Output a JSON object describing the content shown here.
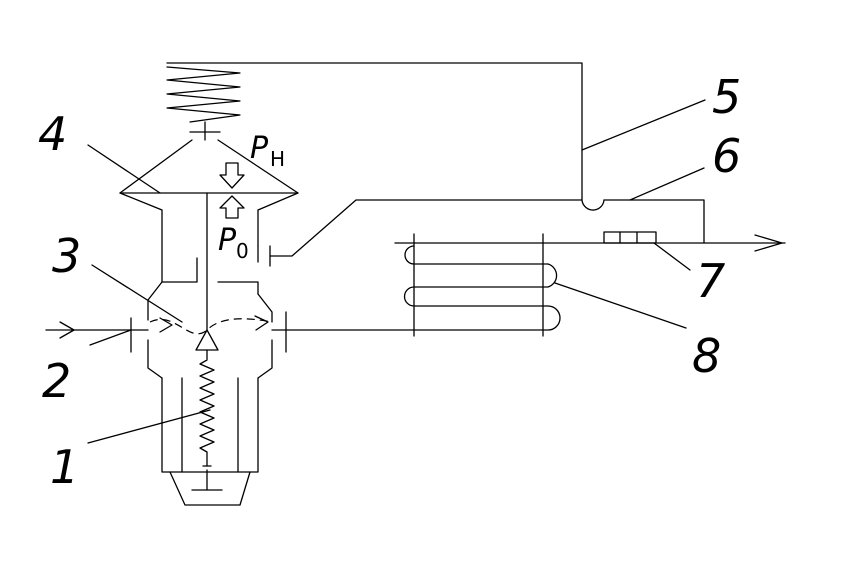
{
  "labels": {
    "l1": "1",
    "l2": "2",
    "l3": "3",
    "l4": "4",
    "l5": "5",
    "l6": "6",
    "l7": "7",
    "l8": "8"
  },
  "symbols": {
    "p_h_main": "P",
    "p_h_sub": "H",
    "p_0_main": "P",
    "p_0_sub": "0"
  }
}
